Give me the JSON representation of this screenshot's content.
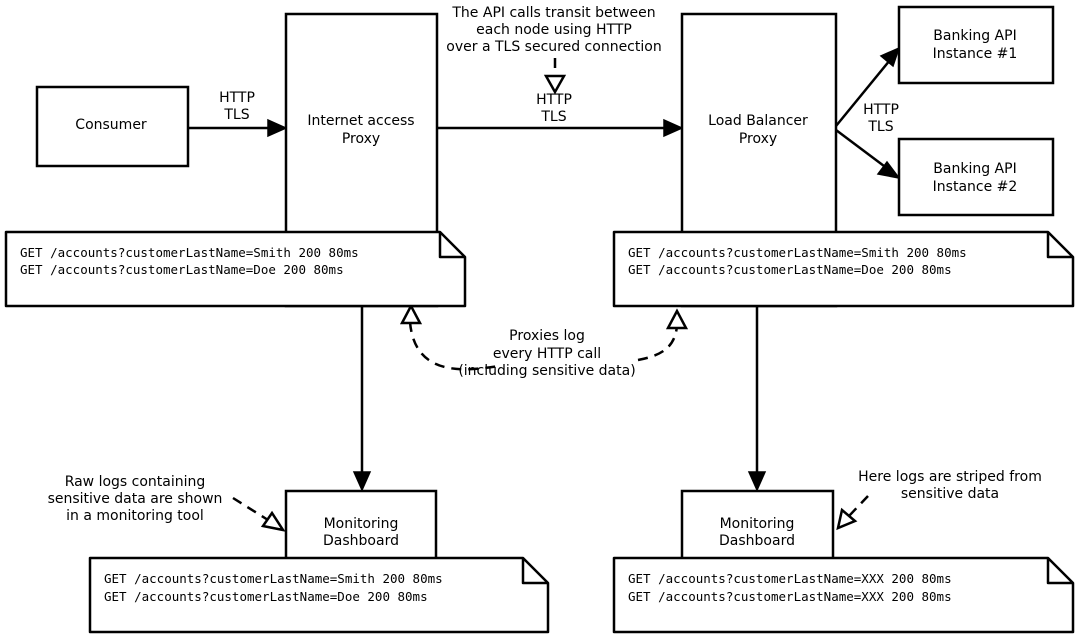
{
  "nodes": {
    "consumer": [
      "Consumer"
    ],
    "internet_proxy": [
      "Internet access",
      "Proxy"
    ],
    "load_balancer": [
      "Load Balancer",
      "Proxy"
    ],
    "api1": [
      "Banking API",
      "Instance #1"
    ],
    "api2": [
      "Banking API",
      "Instance #2"
    ],
    "monitoring_left": [
      "Monitoring",
      "Dashboard"
    ],
    "monitoring_right": [
      "Monitoring",
      "Dashboard"
    ]
  },
  "edge_labels": {
    "consumer_to_proxy": [
      "HTTP",
      "TLS"
    ],
    "proxy_to_lb": [
      "HTTP",
      "TLS"
    ],
    "lb_to_apis": [
      "HTTP",
      "TLS"
    ]
  },
  "annotations": {
    "transit": [
      "The API calls transit between",
      "each node using HTTP",
      "over a TLS secured connection"
    ],
    "proxies_log": [
      "Proxies log",
      "every HTTP call",
      "(including sensitive data)"
    ],
    "raw_logs": [
      "Raw logs containing",
      "sensitive data are shown",
      "in a monitoring tool"
    ],
    "striped_logs": [
      "Here logs are striped from",
      "sensitive data"
    ]
  },
  "logs": {
    "internet_proxy": [
      "GET /accounts?customerLastName=Smith 200 80ms",
      "GET /accounts?customerLastName=Doe 200 80ms"
    ],
    "load_balancer": [
      "GET /accounts?customerLastName=Smith 200 80ms",
      "GET /accounts?customerLastName=Doe 200 80ms"
    ],
    "monitoring_left": [
      "GET /accounts?customerLastName=Smith 200 80ms",
      "GET /accounts?customerLastName=Doe 200 80ms"
    ],
    "monitoring_right": [
      "GET /accounts?customerLastName=XXX 200 80ms",
      "GET /accounts?customerLastName=XXX 200 80ms"
    ]
  }
}
